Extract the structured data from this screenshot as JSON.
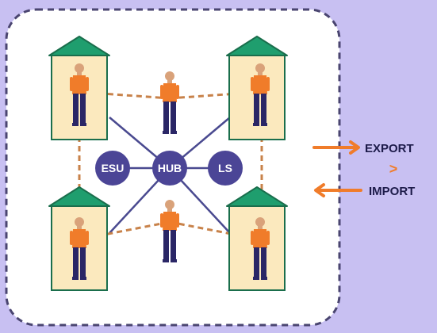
{
  "colors": {
    "background": "#c8c0f2",
    "panel": "#ffffff",
    "panel_border": "#4a4570",
    "house_body": "#fbe9be",
    "house_roof": "#1f9e6e",
    "house_border": "#1a6e4c",
    "link_dashed": "#c8824a",
    "link_solid": "#4a4a90",
    "node_fill": "#4b4596",
    "person_skin": "#d9a27a",
    "person_shirt": "#f07c2a",
    "person_pants": "#2a2666",
    "arrow": "#f07c2a",
    "text_dark": "#1d1b4a"
  },
  "nodes": {
    "esu": "ESU",
    "hub": "HUB",
    "ls": "LS"
  },
  "flows": {
    "export_label": "EXPORT",
    "import_label": "IMPORT",
    "compare_sign": ">"
  },
  "icons": {
    "house": "house-icon",
    "person": "person-icon",
    "arrow_right": "arrow-right-icon",
    "arrow_left": "arrow-left-icon"
  }
}
